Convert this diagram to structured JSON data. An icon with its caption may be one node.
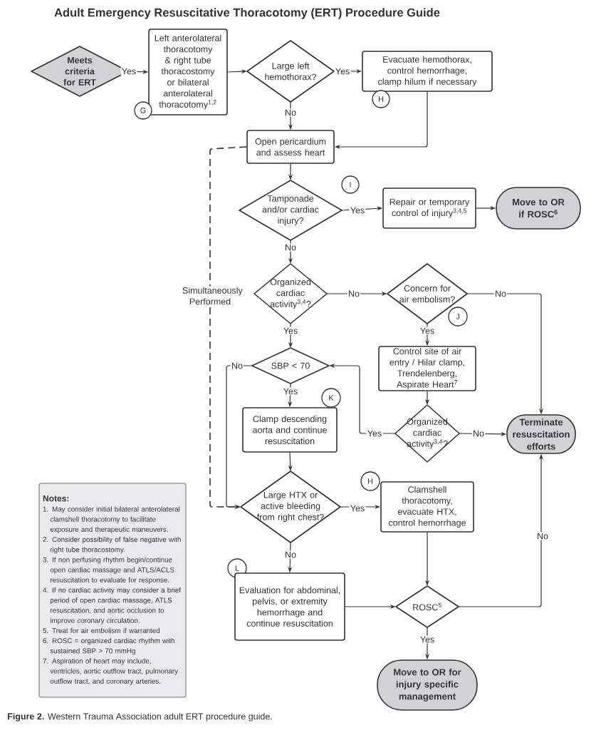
{
  "diagram": {
    "title": "Adult Emergency Resuscitative Thoracotomy (ERT) Procedure Guide",
    "caption": "**Figure 2.** Western Trauma Association adult ERT procedure guide.",
    "nodes": [
      {
        "text": [
          "Meets criteria for ERT"
        ]
      },
      {
        "text": [
          "Left anterolateral thoracotomy & right tube thoracostomy or bilateral anterolateral thoracotomy$^{1,2}$"
        ]
      },
      {
        "text": [
          "G"
        ]
      },
      {
        "text": [
          "Large left hemothorax?"
        ]
      },
      {
        "text": [
          "Evacuate hemothorax, control hemorrhage, clamp hilum if necessary"
        ]
      },
      {
        "text": [
          "H"
        ]
      },
      {
        "text": [
          "Open pericardium and assess heart"
        ]
      },
      {
        "text": [
          "I"
        ]
      },
      {
        "text": [
          "Tamponade and/or cardiac injury?"
        ]
      },
      {
        "text": [
          "Repair or temporary control of injury$^{3,4,5}$"
        ]
      },
      {
        "text": [
          "Move to OR if ROSC$^{6}$"
        ]
      },
      {
        "text": [
          "Organized cardiac activity$^{3,4}$?"
        ]
      },
      {
        "text": [
          "Concern for air embolism?"
        ]
      },
      {
        "text": [
          "J"
        ]
      },
      {
        "text": [
          "SBP < 70"
        ]
      },
      {
        "text": [
          "Control site of air entry / Hilar clamp, Trendelenberg, Aspirate Heart$^{7}$"
        ]
      },
      {
        "text": [
          "K"
        ]
      },
      {
        "text": [
          "Clamp descending aorta and continue resuscitation"
        ]
      },
      {
        "text": [
          "Organized cardiac activity$^{3,4}$?"
        ]
      },
      {
        "text": [
          "Terminate resuscitation efforts"
        ]
      },
      {
        "text": [
          "H"
        ]
      },
      {
        "text": [
          "Large HTX or active bleeding from right chest?"
        ]
      },
      {
        "text": [
          "Clamshell thoracotomy, evacuate HTX, control hemorrhage"
        ]
      },
      {
        "text": [
          "L"
        ]
      },
      {
        "text": [
          "Evaluation for abdominal, pelvis, or extremity hemorrhage and continue resuscitation"
        ]
      },
      {
        "text": [
          "ROSC$^{5}$"
        ]
      },
      {
        "text": [
          "Move to OR for injury specific management"
        ]
      },
      {
        "text": [
          "Notes:",
          "1. May consider initial bilateral anterolateral clamshell thoracotomy to facilitate exposure and therapeutic maneuvers.",
          "2. Consider possibility of false negative with right tube thoracostomy.",
          "3. If non perfusing rhythm begin/continue open cardiac massage and ATLS/ACLS resuscitation to evaluate for response.",
          "4. If no cardiac activity may consider a brief period of open cardiac massage, ATLS resuscitation, and aortic occlusion to improve coronary circulation.",
          "5. Treat for air embolism if warranted",
          "6. ROSC = organized cardiac rhythm with sustained SBP > 70 mmHg",
          "7. Aspiration of heart may include, ventricles, aortic outflow tract, pulmonary outflow tract, and coronary arteries."
        ]
      }
    ],
    "edges": [
      {
        "from": 0,
        "to": 1,
        "arrow": "to",
        "label": "Yes"
      },
      {
        "from": 1,
        "to": 3,
        "arrow": "to"
      },
      {
        "from": 3,
        "to": 4,
        "arrow": "to",
        "label": "Yes"
      },
      {
        "from": 3,
        "to": 6,
        "arrow": "to",
        "label": "No"
      },
      {
        "from": 4,
        "to": 6,
        "arrow": "to"
      },
      {
        "from": 6,
        "to": 8,
        "arrow": "to"
      },
      {
        "from": 8,
        "to": 9,
        "arrow": "to",
        "label": "Yes"
      },
      {
        "from": 9,
        "to": 10,
        "arrow": "to"
      },
      {
        "from": 8,
        "to": 11,
        "arrow": "to",
        "label": "No"
      },
      {
        "from": 11,
        "to": 12,
        "arrow": "to",
        "label": "No"
      },
      {
        "from": 12,
        "to": 19,
        "arrow": "to",
        "label": "No"
      },
      {
        "from": 12,
        "to": 15,
        "arrow": "to",
        "label": "Yes"
      },
      {
        "from": 11,
        "to": 14,
        "arrow": "to",
        "label": "Yes"
      },
      {
        "from": 14,
        "to": 21,
        "arrow": "to",
        "label": "No"
      },
      {
        "from": 14,
        "to": 17,
        "arrow": "to",
        "label": "Yes"
      },
      {
        "from": 15,
        "to": 18,
        "arrow": "to"
      },
      {
        "from": 18,
        "to": 14,
        "arrow": "to",
        "label": "Yes"
      },
      {
        "from": 18,
        "to": 19,
        "arrow": "to",
        "label": "No"
      },
      {
        "from": 17,
        "to": 21,
        "arrow": "to"
      },
      {
        "from": 21,
        "to": 22,
        "arrow": "to",
        "label": "Yes"
      },
      {
        "from": 21,
        "to": 24,
        "arrow": "to",
        "label": "No"
      },
      {
        "from": 22,
        "to": 25,
        "arrow": "to"
      },
      {
        "from": 24,
        "to": 25,
        "arrow": "to"
      },
      {
        "from": 25,
        "to": 19,
        "arrow": "to",
        "label": "No"
      },
      {
        "from": 25,
        "to": 26,
        "arrow": "to",
        "label": "Yes"
      },
      {
        "from": 6,
        "to": 21,
        "arrow": "to",
        "style": "dashed",
        "label": "Simultaneously Performed"
      }
    ]
  }
}
